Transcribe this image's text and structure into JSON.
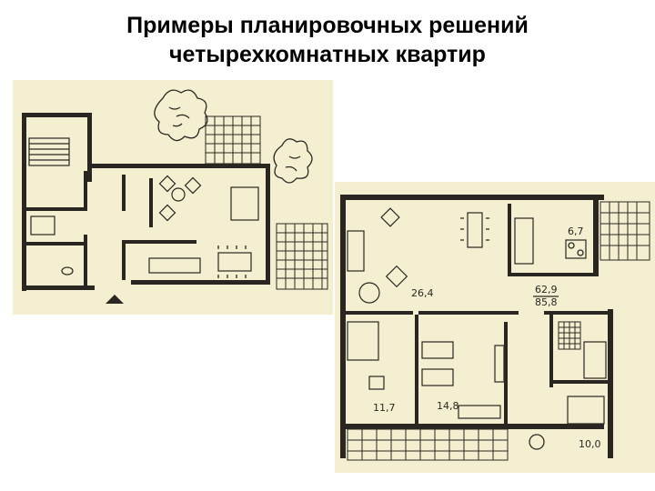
{
  "title": {
    "line1": "Примеры планировочных решений",
    "line2": "четырехкомнатных квартир"
  },
  "plan_b": {
    "room_labels": [
      "6,7",
      "26,4",
      "62,9",
      "85,8",
      "11,7",
      "14,8",
      "10,0"
    ]
  },
  "colors": {
    "background": "#ffffff",
    "paper": "#f3efd0",
    "ink": "#2a2722"
  },
  "icons": [
    "tree-icon",
    "armchair-icon",
    "table-icon",
    "bed-icon",
    "bathtub-icon",
    "stove-icon"
  ]
}
